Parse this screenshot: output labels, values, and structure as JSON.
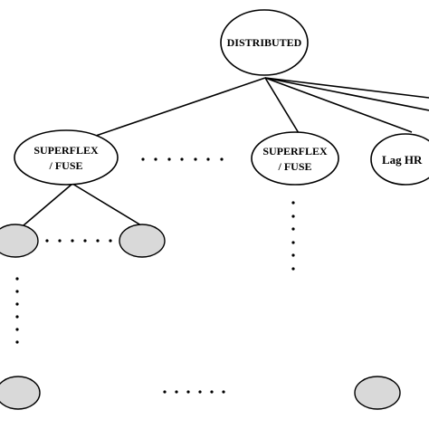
{
  "diagram": {
    "root": {
      "label": "DISTRIBUTED"
    },
    "level1": [
      {
        "line1": "SUPERFLEX",
        "line2": "/ FUSE"
      },
      {
        "line1": "SUPERFLEX",
        "line2": "/ FUSE"
      },
      {
        "label": "Lag HR"
      }
    ],
    "colors": {
      "node_fill_white": "#ffffff",
      "node_fill_grey": "#d9d9d9",
      "stroke": "#000000"
    }
  }
}
